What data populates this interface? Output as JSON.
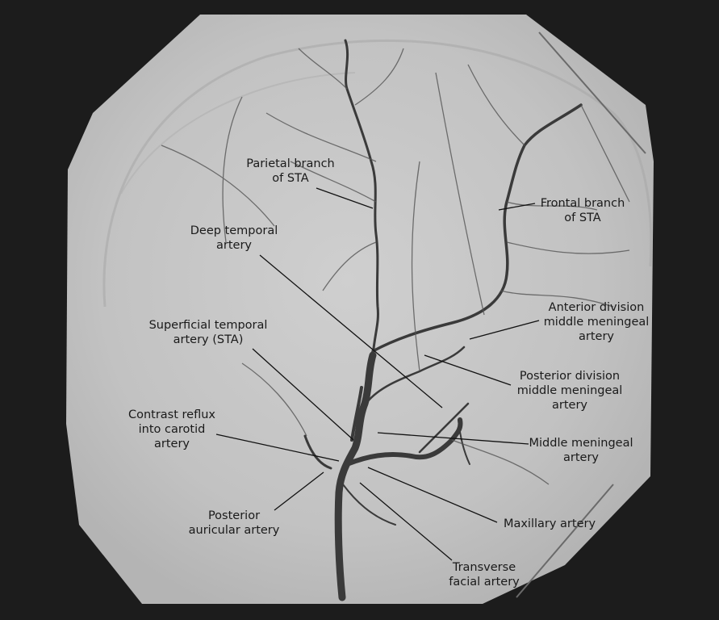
{
  "labels": {
    "parietal_branch": "Parietal branch\nof STA",
    "frontal_branch": "Frontal branch\nof STA",
    "deep_temporal": "Deep temporal\nartery",
    "anterior_division": "Anterior division\nmiddle meningeal\nartery",
    "superficial_temporal": "Superficial temporal\nartery (STA)",
    "posterior_division": "Posterior division\nmiddle meningeal\nartery",
    "contrast_reflux": "Contrast reflux\ninto carotid\nartery",
    "middle_meningeal": "Middle meningeal\nartery",
    "posterior_auricular": "Posterior\nauricular artery",
    "maxillary": "Maxillary artery",
    "transverse_facial": "Transverse\nfacial artery"
  },
  "colors": {
    "frame": "#1c1c1c",
    "field": "#c4c4c4",
    "vessel": "#3a3a3a",
    "leader": "#111111",
    "text": "#1a1a1a"
  }
}
